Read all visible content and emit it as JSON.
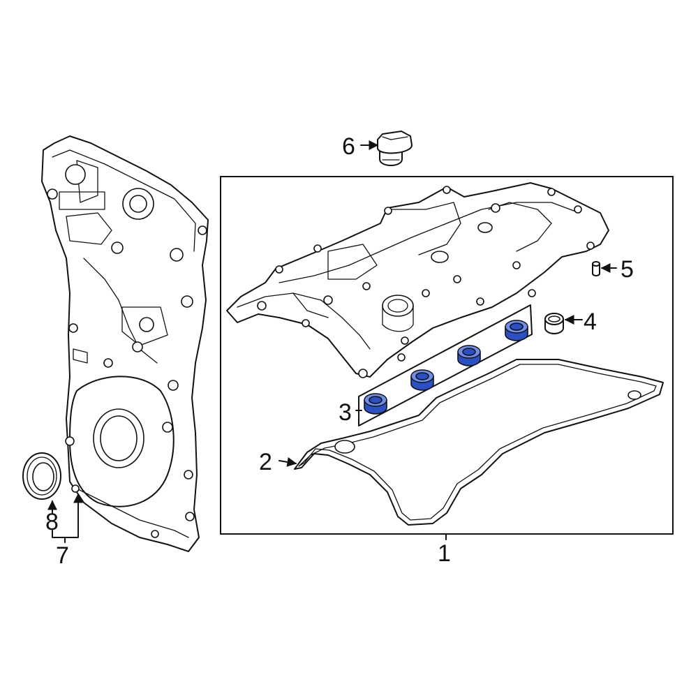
{
  "diagram": {
    "highlight_color": "#2b4fc4",
    "line_color": "#111111",
    "background": "#ffffff"
  },
  "callouts": [
    {
      "id": "1",
      "label": "1"
    },
    {
      "id": "2",
      "label": "2"
    },
    {
      "id": "3",
      "label": "3"
    },
    {
      "id": "4",
      "label": "4"
    },
    {
      "id": "5",
      "label": "5"
    },
    {
      "id": "6",
      "label": "6"
    },
    {
      "id": "7",
      "label": "7"
    },
    {
      "id": "8",
      "label": "8"
    }
  ]
}
